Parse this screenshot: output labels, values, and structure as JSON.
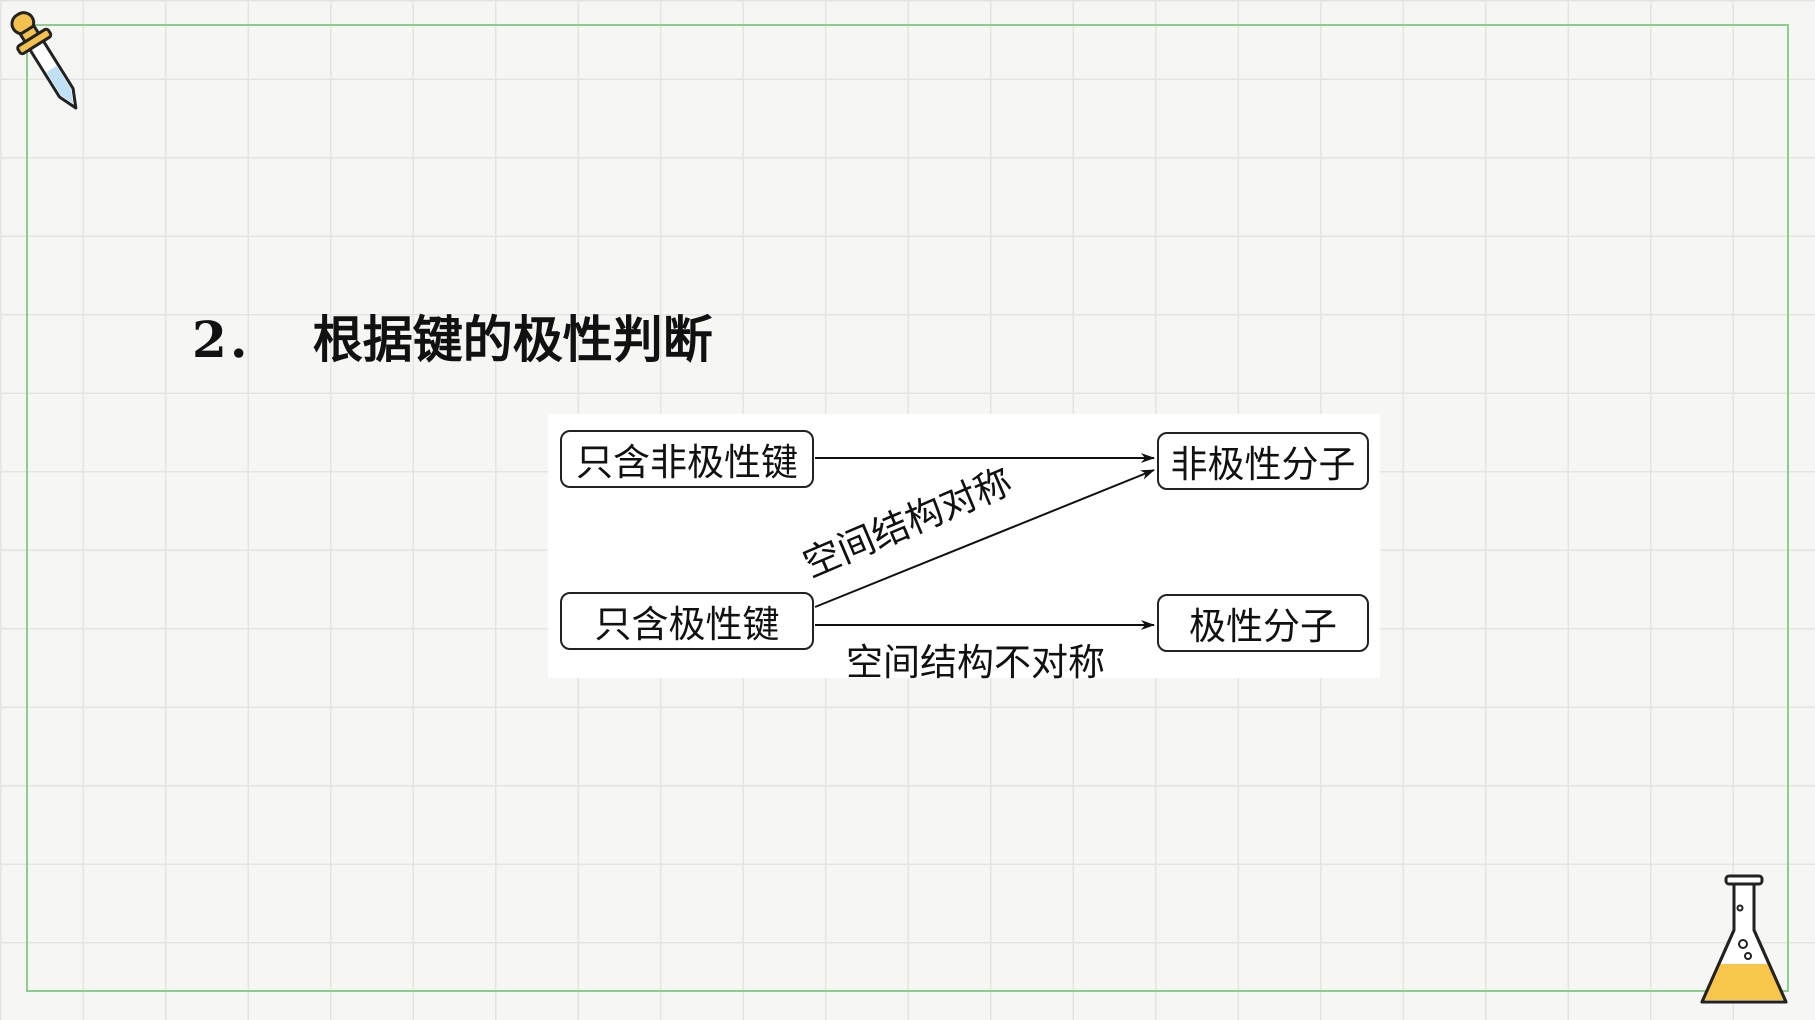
{
  "heading": {
    "number": "2．",
    "text": "根据键的极性判断"
  },
  "diagram": {
    "nodes": {
      "nonpolar_bonds_only": "只含非极性键",
      "polar_bonds_only": "只含极性键",
      "nonpolar_molecule": "非极性分子",
      "polar_molecule": "极性分子"
    },
    "edges": {
      "symmetric": "空间结构对称",
      "asymmetric": "空间结构不对称"
    }
  },
  "colors": {
    "frame": "#8dcc8d",
    "grid": "#e4e4e1",
    "dropper_body": "#f2c14e",
    "flask_liquid": "#f7c64a"
  },
  "icons": {
    "top_left": "dropper-icon",
    "bottom_right": "flask-icon"
  }
}
